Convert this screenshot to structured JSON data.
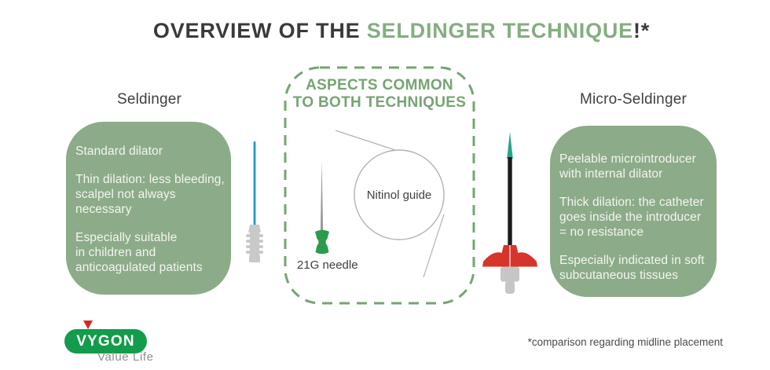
{
  "title": {
    "prefix": "OVERVIEW OF THE ",
    "highlight": "SELDINGER TECHNIQUE",
    "suffix": "!*"
  },
  "seldinger": {
    "heading": "Seldinger",
    "paragraphs": [
      [
        "Standard dilator"
      ],
      [
        "Thin dilation: less bleeding,",
        "scalpel not always",
        "necessary"
      ],
      [
        "Especially suitable",
        "in children and",
        "anticoagulated patients"
      ]
    ]
  },
  "common": {
    "heading_line1": "ASPECTS COMMON",
    "heading_line2": "TO BOTH TECHNIQUES",
    "needle_label": "21G needle",
    "guide_label": "Nitinol guide"
  },
  "micro_seldinger": {
    "heading": "Micro-Seldinger",
    "paragraphs": [
      [
        "Peelable microintroducer",
        "with internal dilator"
      ],
      [
        "Thick dilation: the catheter",
        "goes inside the introducer",
        "= no resistance"
      ],
      [
        "Especially indicated in soft",
        "subcutaneous tissues"
      ]
    ]
  },
  "footer": {
    "logo": "VYGON",
    "tagline": "Value Life",
    "footnote": "*comparison regarding midline placement"
  },
  "icons": {
    "logo-triangle-icon": "red downward triangle",
    "dilator-icon": "blue dilator with ridged gray hub",
    "needle-icon": "gray needle with green hub",
    "nitinol-guide-icon": "coiled guide wire circle with straight tails",
    "microintroducer-icon": "black introducer with teal tip, red winged hub, gray luer"
  },
  "colors": {
    "sage_box": "#8cab88",
    "accent_green": "#76a473",
    "title_green": "#84ae80",
    "dark_text": "#3a3a3a",
    "box_text": "#f3f6f0",
    "logo_green": "#129c4b",
    "brand_red": "#d6352c",
    "catheter_blue": "#1e9bc7",
    "tip_teal": "#2aa18c",
    "needle_hub_green": "#2a9c4b",
    "hub_gray": "#c9c9c9"
  }
}
